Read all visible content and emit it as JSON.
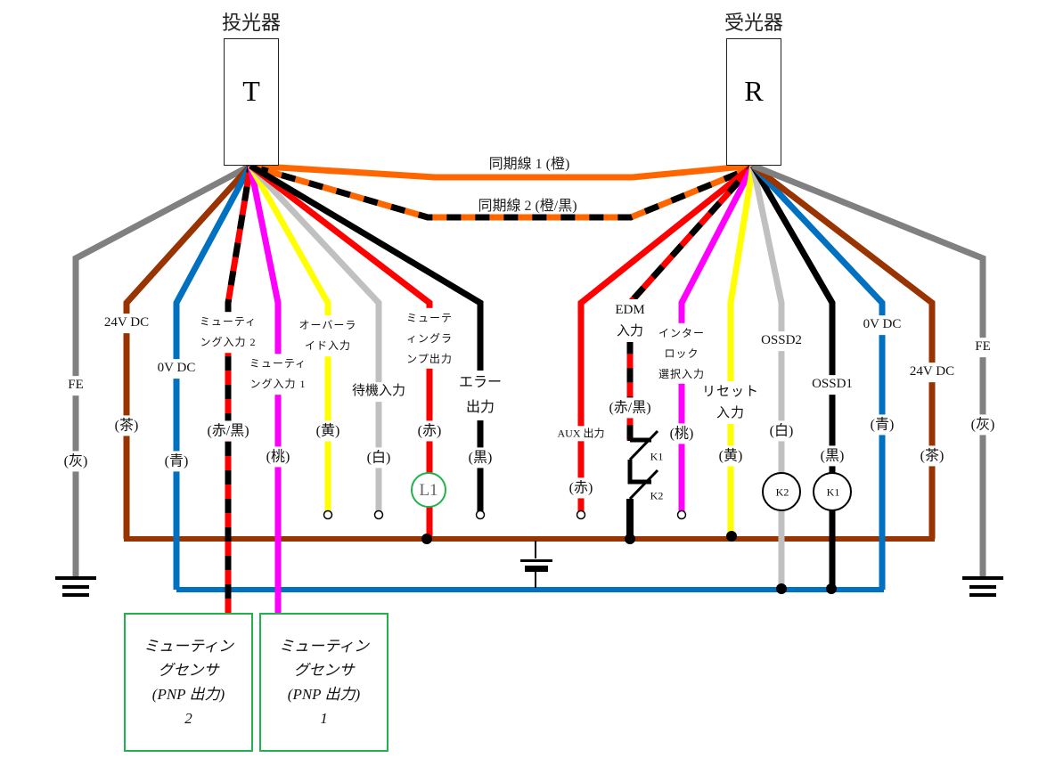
{
  "units": {
    "transmitter": {
      "title": "投光器",
      "letter": "T"
    },
    "receiver": {
      "title": "受光器",
      "letter": "R"
    }
  },
  "sync_lines": [
    {
      "label": "同期線 1 (橙)",
      "colors": [
        "#ff6600"
      ]
    },
    {
      "label": "同期線 2 (橙/黒)",
      "colors": [
        "#ff6600",
        "#000000"
      ]
    }
  ],
  "transmitter_wires": [
    {
      "id": "fe",
      "name": "FE",
      "color_label": "(灰)",
      "colors": [
        "#808080"
      ]
    },
    {
      "id": "24v",
      "name": "24V DC",
      "color_label": "(茶)",
      "colors": [
        "#993300"
      ]
    },
    {
      "id": "0v",
      "name": "0V DC",
      "color_label": "(青)",
      "colors": [
        "#0070c0"
      ]
    },
    {
      "id": "muting2",
      "name": "ミューティ\nング入力 2",
      "color_label": "(赤/黒)",
      "colors": [
        "#ff0000",
        "#000000"
      ]
    },
    {
      "id": "muting1",
      "name": "ミューティ\nング入力 1",
      "color_label": "(桃)",
      "colors": [
        "#ff00ff"
      ]
    },
    {
      "id": "override",
      "name": "オーバーラ\nイド入力",
      "color_label": "(黄)",
      "colors": [
        "#ffff00"
      ]
    },
    {
      "id": "standby",
      "name": "待機入力",
      "color_label": "(白)",
      "colors": [
        "#c0c0c0"
      ]
    },
    {
      "id": "muting-lamp",
      "name": "ミューテ\nィングラ\nンプ出力",
      "color_label": "(赤)",
      "colors": [
        "#ff0000"
      ]
    },
    {
      "id": "error",
      "name": "エラー\n出力",
      "color_label": "(黒)",
      "colors": [
        "#000000"
      ]
    }
  ],
  "receiver_wires": [
    {
      "id": "aux",
      "name": "AUX 出力",
      "color_label": "(赤)",
      "colors": [
        "#ff0000"
      ]
    },
    {
      "id": "edm",
      "name": "EDM\n入力",
      "color_label": "(赤/黒)",
      "colors": [
        "#ff0000",
        "#000000"
      ]
    },
    {
      "id": "interlock",
      "name": "インター\nロック\n選択入力",
      "color_label": "(桃)",
      "colors": [
        "#ff00ff"
      ]
    },
    {
      "id": "reset",
      "name": "リセット\n入力",
      "color_label": "(黄)",
      "colors": [
        "#ffff00"
      ]
    },
    {
      "id": "ossd2",
      "name": "OSSD2",
      "color_label": "(白)",
      "colors": [
        "#c0c0c0"
      ]
    },
    {
      "id": "ossd1",
      "name": "OSSD1",
      "color_label": "(黒)",
      "colors": [
        "#000000"
      ]
    },
    {
      "id": "0v",
      "name": "0V DC",
      "color_label": "(青)",
      "colors": [
        "#0070c0"
      ]
    },
    {
      "id": "24v",
      "name": "24V DC",
      "color_label": "(茶)",
      "colors": [
        "#993300"
      ]
    },
    {
      "id": "fe",
      "name": "FE",
      "color_label": "(灰)",
      "colors": [
        "#808080"
      ]
    }
  ],
  "components": {
    "lamp": "L1",
    "relay_k1": "K1",
    "relay_k2": "K2",
    "contact_k1": "K1",
    "contact_k2": "K2"
  },
  "sensors": [
    {
      "label": "ミューティン\nグセンサ\n(PNP 出力)\n2"
    },
    {
      "label": "ミューティン\nグセンサ\n(PNP 出力)\n1"
    }
  ],
  "colors": {
    "bus_24v": "#993300",
    "bus_0v": "#0070c0",
    "sensor_border": "#22b14c",
    "lamp_border": "#22b14c"
  }
}
